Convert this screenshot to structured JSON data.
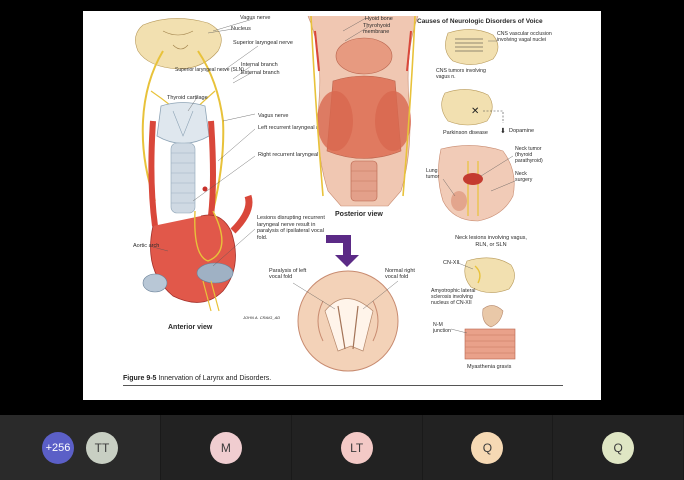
{
  "slide": {
    "labels": {
      "vagus_nerve_top": "Vagus nerve",
      "nucleus": "Nucleus",
      "superior_laryngeal_nerve": "Superior laryngeal nerve",
      "superior_laryngeal_nerve_sln": "Superior laryngeal nerve (SLN)",
      "internal_branch": "Internal branch",
      "external_branch": "External branch",
      "thyroid_cartilage": "Thyroid cartilage",
      "hyoid_bone": "Hyoid bone",
      "thyrohyoid_membrane": "Thyrohyoid membrane",
      "vagus_nerve_mid": "Vagus nerve",
      "left_rln": "Left recurrent laryngeal nerve (RLN)",
      "right_rln": "Right recurrent laryngeal nerve (RLN)",
      "lesions": "Lesions disrupting recurrent laryngeal nerve result in paralysis of ipsilateral vocal fold.",
      "aortic_arch": "Aortic arch",
      "anterior_view": "Anterior view",
      "posterior_view": "Posterior view",
      "paralysis_left": "Paralysis of left vocal fold",
      "normal_right": "Normal right vocal fold",
      "causes_title": "Causes of Neurologic Disorders of Voice",
      "cns_vascular": "CNS vascular occlusion involving vagal nuclei",
      "cns_tumors": "CNS tumors involving vagus n.",
      "parkinson": "Parkinson disease",
      "dopamine": "Dopamine",
      "neck_tumor": "Neck tumor (thyroid parathyroid)",
      "lung_tumor": "Lung tumor",
      "neck_surgery": "Neck surgery",
      "neck_lesions": "Neck lesions involving vagus, RLN, or SLN",
      "cn_xii": "CN-XII",
      "als": "Amyotrophic lateral sclerosis involving nucleus of CN-XII",
      "nm_junction": "N-M junction",
      "myasthenia": "Myasthenia gravis",
      "signature": "JOHN A. CRAIG_AD"
    },
    "caption_bold": "Figure 9-5",
    "caption_text": "Innervation of Larynx and Disorders."
  },
  "participants": {
    "overflow_count": "+256",
    "tiles": [
      {
        "initials": "TT",
        "color": "#c8cfc3"
      },
      {
        "initials": "M",
        "color": "#f0cdd0"
      },
      {
        "initials": "LT",
        "color": "#f3c9c6"
      },
      {
        "initials": "Q",
        "color": "#f6d9b4"
      },
      {
        "initials": "Q",
        "color": "#dfe6c4"
      }
    ]
  }
}
